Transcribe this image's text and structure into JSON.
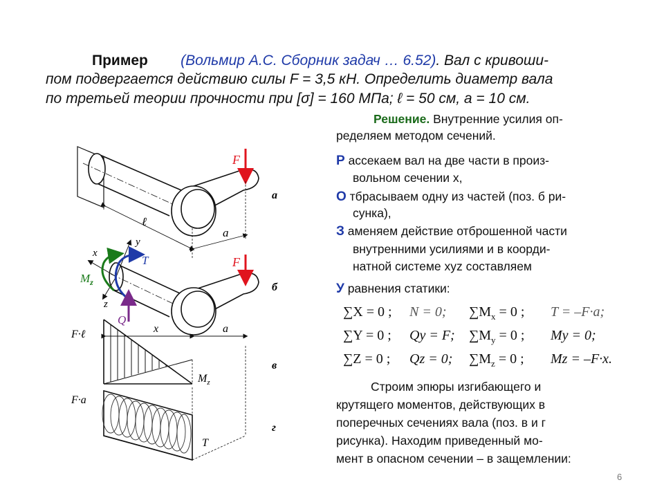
{
  "header": {
    "line1": {
      "bold": "Пример",
      "ref": "(Вольмир А.С. Сборник задач … 6.52)",
      "tail": ". Вал с кривоши-"
    },
    "line2": "пом подвергается действию силы F = 3,5 кН. Определить диаметр вала",
    "line3": "по третьей теории прочности при [σ] = 160 МПа; ℓ = 50 см, a = 10 см."
  },
  "solution": {
    "title": "Решение.",
    "text1": " Внутренние усилия оп-",
    "text2": "ределяем методом сечений."
  },
  "steps": [
    {
      "letter": "Р",
      "text": "ассекаем вал на две части в произ-",
      "cont": "вольном сечении x,"
    },
    {
      "letter": "О",
      "text": "тбрасываем одну из частей (поз. б ри-",
      "cont": "сунка),"
    },
    {
      "letter": "З",
      "text": "аменяем действие отброшенной части",
      "cont": "внутренними усилиями и в коорди-",
      "cont2": "натной системе xyz составляем"
    },
    {
      "letter": "У",
      "text": "равнения статики:"
    }
  ],
  "equations": [
    {
      "sum": "∑X = 0 ;",
      "val": "N = 0;",
      "sum2": "∑M",
      "sub2": "x",
      "eq2": " = 0 ;",
      "val2": "T = –F·a;"
    },
    {
      "sum": "∑Y = 0 ;",
      "val": "Qy = F;",
      "sum2": "∑M",
      "sub2": "y",
      "eq2": " = 0 ;",
      "val2": "My = 0;"
    },
    {
      "sum": "∑Z = 0 ;",
      "val": "Qz = 0;",
      "sum2": "∑M",
      "sub2": "z",
      "eq2": " = 0 ;",
      "val2": "Mz = –F·x."
    }
  ],
  "closing": [
    "Строим эпюры изгибающего и",
    "крутящего моментов, действующих в",
    "поперечных сечениях вала (поз. в и г",
    "рисунка). Находим приведенный мо-",
    "мент в опасном сечении – в защемлении:"
  ],
  "figure": {
    "F": "F",
    "ell": "ℓ",
    "a": "a",
    "x": "x",
    "y": "y",
    "z": "z",
    "T": "T",
    "Q": "Q",
    "Mz": "M",
    "Mz_sub": "z",
    "F_ell": "F·ℓ",
    "F_a": "F·a",
    "pos_a": "а",
    "pos_b": "б",
    "pos_v": "в",
    "pos_g": "г"
  },
  "page_number": "6",
  "colors": {
    "blue": "#1f3aa8",
    "green": "#1a7a1a",
    "red": "#e0141e",
    "purple": "#7a2a8a"
  }
}
